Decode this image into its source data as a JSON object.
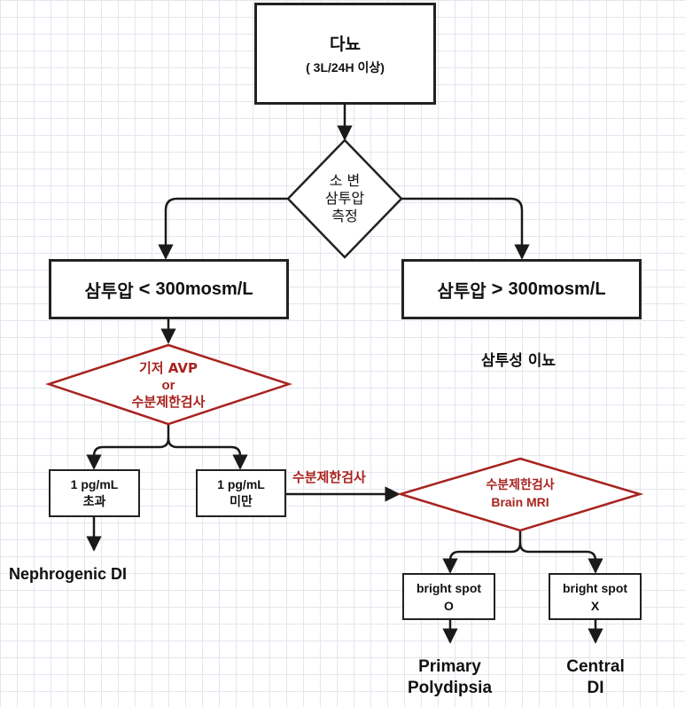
{
  "colors": {
    "line": "#1a1a1a",
    "accent": "#a8231f",
    "grid": "#e3e6ee"
  },
  "nodes": {
    "polyuria": {
      "title": "다뇨",
      "subtitle": "( 3L/24H 이상)"
    },
    "urine_osm": {
      "line1": "소 변",
      "line2": "삼투압",
      "line3": "측정"
    },
    "low_osm": {
      "label": "삼투압",
      "symbol": "<",
      "value": "300mosm/L"
    },
    "high_osm": {
      "label": "삼투압",
      "symbol": ">",
      "value": "300mosm/L"
    },
    "osmotic_diuresis": "삼투성 이뇨",
    "avp_test": {
      "line1": "기저 AVP",
      "line2": "or",
      "line3": "수분제한검사"
    },
    "over_1": {
      "line1": "1 pg/mL",
      "line2": "초과"
    },
    "under_1": {
      "line1": "1 pg/mL",
      "line2": "미만"
    },
    "arrow_label": "수분제한검사",
    "mri_test": {
      "line1": "수분제한검사",
      "line2": "Brain MRI"
    },
    "nephrogenic": "Nephrogenic DI",
    "spot_o": {
      "line1": "bright spot",
      "line2": "O"
    },
    "spot_x": {
      "line1": "bright spot",
      "line2": "X"
    },
    "primary": {
      "line1": "Primary",
      "line2": "Polydipsia"
    },
    "central": {
      "line1": "Central",
      "line2": "DI"
    }
  }
}
